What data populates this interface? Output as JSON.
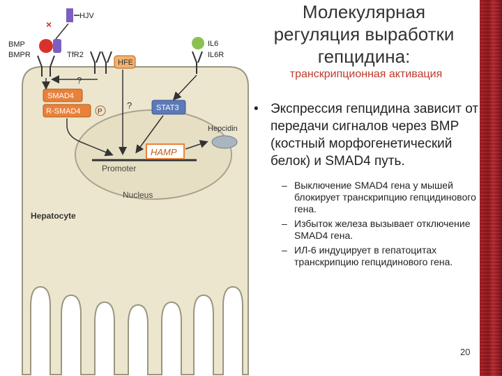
{
  "slide": {
    "title_lines": [
      "Молекулярная",
      "регуляция выработки",
      "гепцидина:"
    ],
    "subtitle": "транскрипционная активация",
    "bullet_main": "Экспрессия гепцидина зависит от передачи сигналов через BMP (костный морфогенетический белок) и SMAD4 путь.",
    "sub_bullets": [
      "Выключение SMAD4 гена у мышей блокирует транскрипцию гепцидинового гена.",
      "Избыток железа вызывает отключение SMAD4 гена.",
      "ИЛ-6 индуцирует в гепатоцитах транскрипцию гепцидинового гена."
    ],
    "page_number": "20"
  },
  "diagram": {
    "hjv": "HJV",
    "bmp": "BMP",
    "bmpr": "BMPR",
    "tfr2": "TfR2",
    "hfe": "HFE",
    "il6": "IL6",
    "il6r": "IL6R",
    "q1": "?",
    "q2": "?",
    "smad4": "SMAD4",
    "rsmad4": "R-SMAD4",
    "p": "P",
    "stat3": "STAT3",
    "hepcidin": "Hepcidin",
    "hamp": "HAMP",
    "promoter": "Promoter",
    "nucleus": "Nucleus",
    "hepatocyte": "Hepatocyte"
  },
  "colors": {
    "cell_fill": "#ece6cf",
    "cell_stroke": "#9a957f",
    "smad_box": "#e8823a",
    "stat3_box": "#5c79b8",
    "hjv_box": "#7c5fbf",
    "bmp_red": "#d9322c",
    "il6_green": "#8cc152",
    "border": "#9b1b22"
  }
}
